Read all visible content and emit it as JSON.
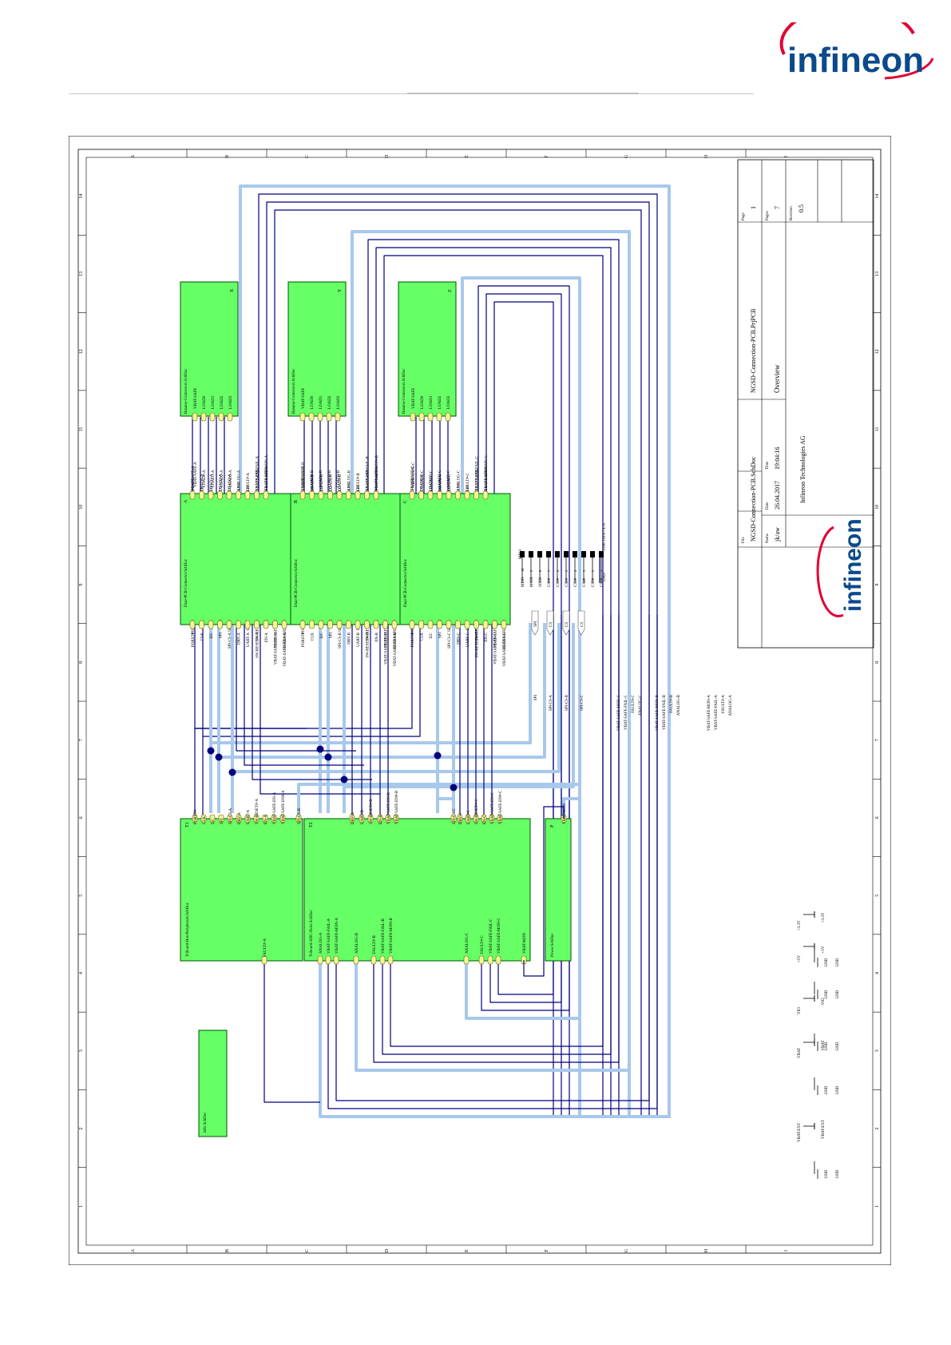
{
  "header": {
    "logo_text": "infineon"
  },
  "border": {
    "cols": [
      "A",
      "B",
      "C",
      "D",
      "E",
      "F",
      "G",
      "H",
      "I"
    ],
    "rows": [
      "14",
      "13",
      "12",
      "11",
      "10",
      "9",
      "8",
      "7",
      "6",
      "5",
      "4",
      "3",
      "2",
      "1"
    ]
  },
  "title_block": {
    "page_label": "Page",
    "page": "1",
    "pages_label": "Pages",
    "pages": "7",
    "revision_label": "Revision",
    "revision": "0.5",
    "project": "NGSD-Connection-PCB.PrjPCB",
    "title": "Overview",
    "file_label": "File",
    "file": "NGSD-Connection-PCB.SchDoc",
    "date_label": "Date",
    "date": "26.04.2017",
    "time_label": "Time",
    "time": "19:04:16",
    "name_label": "Name",
    "name": "jk/aw",
    "company": "Infineon Technologies AG",
    "logo_text": "infineon"
  },
  "banana": [
    {
      "file": "Banana-Connectors.SchDoc",
      "id": "X",
      "ports": [
        "VBAT-SAFE",
        "LOAD0",
        "LOAD1",
        "LOAD2",
        "LOAD3"
      ],
      "nets": [
        "VBAT-SAFE-A",
        "LOAD0-A",
        "LOAD1-A",
        "LOAD2-A",
        "LOAD3-A"
      ]
    },
    {
      "file": "Banana-Connectors.SchDoc",
      "id": "Y",
      "ports": [
        "VBAT-SAFE",
        "LOAD0",
        "LOAD1",
        "LOAD2",
        "LOAD3"
      ],
      "nets": [
        "VBAT-SAFE-B",
        "LOAD0-B",
        "LOAD1-B",
        "LOAD2-B",
        "LOAD3-B"
      ]
    },
    {
      "file": "Banana-Connectors.SchDoc",
      "id": "Z",
      "ports": [
        "VBAT-SAFE",
        "LOAD0",
        "LOAD1",
        "LOAD2",
        "LOAD3"
      ],
      "nets": [
        "VBAT-SAFE-C",
        "LOAD0-C",
        "LOAD1-C",
        "LOAD2-C",
        "LOAD3-C"
      ]
    }
  ],
  "dual": [
    {
      "file": "Dual-PCB-Connector.SchDoc",
      "id": "A",
      "top_ports": [
        "VBAT-SAFE",
        "LOAD0",
        "LOAD1",
        "LOAD2",
        "LOAD3",
        "ANALOG",
        "FAULT#",
        "VBAT-SAFE-FAIL",
        "VBAT-SAFE-MON"
      ],
      "top_nets": [
        "VBAT-SAFE-A",
        "LOAD0-A",
        "LOAD1-A",
        "LOAD2-A",
        "LOAD3-A",
        "ANALOG-A",
        "FAULT#-A",
        "VBAT-SAFE-FAIL-A",
        "VBAT-SAFE-MON-A"
      ],
      "bot_ports": [
        "PORST#",
        "CLK",
        "I2C",
        "SPI",
        "SPI-CS",
        "DRV",
        "UART",
        "SW-RESET#",
        "EN",
        "VBAT-SAFE-EN",
        "VBAT-SAFE-EN#"
      ],
      "bot_nets": [
        "PORST#",
        "CLK",
        "I2C",
        "SPI",
        "SPI-CS-A",
        "DRV-A",
        "UART-A",
        "SW-RESET#-A",
        "EN-A",
        "VBAT-SAFE-EN-A",
        "VBAT-SAFE-EN#-A"
      ]
    },
    {
      "file": "Dual-PCB-Connector.SchDoc",
      "id": "B",
      "top_ports": [
        "VBAT-SAFE",
        "LOAD0",
        "LOAD1",
        "LOAD2",
        "LOAD3",
        "ANALOG",
        "FAULT#",
        "VBAT-SAFE-FAIL",
        "VBAT-SAFE-MON"
      ],
      "top_nets": [
        "VBAT-SAFE-B",
        "LOAD0-B",
        "LOAD1-B",
        "LOAD2-B",
        "LOAD3-B",
        "ANALOG-B",
        "FAULT#-B",
        "VBAT-SAFE-FAIL-B",
        "VBAT-SAFE-MON-B"
      ],
      "bot_ports": [
        "PORST#",
        "CLK",
        "I2C",
        "SPI",
        "SPI-CS",
        "DRV",
        "UART",
        "SW-RESET#",
        "EN",
        "VBAT-SAFE-EN",
        "VBAT-SAFE-EN#"
      ],
      "bot_nets": [
        "PORST#",
        "CLK",
        "I2C",
        "SPI",
        "SPI-CS-B",
        "DRV-B",
        "UART-B",
        "SW-RESET#-B",
        "EN-B",
        "VBAT-SAFE-EN-B",
        "VBAT-SAFE-EN#-B"
      ]
    },
    {
      "file": "Dual-PCB-Connector.SchDoc",
      "id": "C",
      "top_ports": [
        "VBAT-SAFE",
        "LOAD0",
        "LOAD1",
        "LOAD2",
        "LOAD3",
        "ANALOG",
        "FAULT#",
        "VBAT-SAFE-FAIL",
        "VBAT-SAFE-MON"
      ],
      "top_nets": [
        "VBAT-SAFE-C",
        "LOAD0-C",
        "LOAD1-C",
        "LOAD2-C",
        "LOAD3-C",
        "ANALOG-C",
        "FAULT#-C",
        "VBAT-SAFE-FAIL-C",
        "VBAT-SAFE-MON-C"
      ],
      "bot_ports": [
        "PORST#",
        "CLK",
        "I2C",
        "SPI",
        "SPI-CS",
        "DRV",
        "UART",
        "SW-RESET#",
        "EN",
        "VBAT-SAFE-EN",
        "VBAT-SAFE-EN#"
      ],
      "bot_nets": [
        "PORST#",
        "CLK",
        "I2C",
        "SPI",
        "SPI-CS-C",
        "DRV-C",
        "UART-C",
        "SW-RESET#-C",
        "EN-C",
        "VBAT-SAFE-EN-C",
        "VBAT-SAFE-EN#-C"
      ]
    }
  ],
  "spi_connector": {
    "pins": [
      "MISO",
      "MOSI",
      "SCLK",
      "CS0#",
      "CS1#",
      "CS2#",
      "CS3#",
      "CS4#",
      "CS5#",
      "CS1#"
    ],
    "nums": [
      "10",
      "9",
      "8",
      "7",
      "6",
      "5",
      "4",
      "3",
      "2",
      "1"
    ],
    "ref": "MP13",
    "part": "TSW-110-07-L-S",
    "gnd": "GND",
    "ports": [
      "SPI",
      "CS",
      "CS",
      "CS"
    ],
    "nets": [
      "SPI",
      "SPI-CS-A",
      "SPI-CS-B",
      "SPI-CS-C"
    ]
  },
  "mon_nets": [
    "VBAT-SAFE-MON-C",
    "VBAT-SAFE-FAIL-C",
    "FAULT#-C",
    "ANALOG-C",
    "VBAT-SAFE-MON-B",
    "VBAT-SAFE-FAIL-B",
    "FAULT#-B",
    "ANALOG-B",
    "VBAT-SAFE-MON-A",
    "VBAT-SAFE-FAIL-A",
    "FAULT#-A",
    "ANALOG-A"
  ],
  "t1": {
    "file": "Triboard-Bus-Peripherals.SchDoc",
    "id": "T1",
    "ports": [
      "PORST#",
      "CLK",
      "I2C",
      "SPI",
      "SPI-CS-A",
      "DRV-A",
      "UART-A",
      "SW-RESET#-A",
      "EN-A",
      "VBAT-SAFE-EN-A",
      "VBAT-SAFE-EN#-A"
    ],
    "extra": "SPI-CS-B",
    "fault": "FAULT#-A"
  },
  "t2": {
    "file": "Triboard-ADC-Ports.SchDoc",
    "id": "T2",
    "left": [
      "ANALOG-A",
      "VBAT-SAFE-FAIL-A",
      "VBAT-SAFE-MON-A",
      "ANALOG-B",
      "FAULT#-B",
      "VBAT-SAFE-FAIL-B",
      "VBAT-SAFE-MON-B",
      "ANALOG-C",
      "FAULT#-C",
      "VBAT-SAFE-FAIL-C",
      "VBAT-SAFE-MON-C",
      "VBAT-MON"
    ],
    "right": [
      "DRV-B",
      "UART-B",
      "SW-RESET#-B",
      "EN-B",
      "VBAT-SAFE-EN-B",
      "VBAT-SAFE-EN#-B",
      "SPI-CS-C",
      "DRV-C",
      "UART-C",
      "SW-RESET#-C",
      "EN-C",
      "VBAT-SAFE-EN-C",
      "VBAT-SAFE-EN#-C"
    ]
  },
  "power": {
    "file": "Power.SchDoc",
    "id": "P",
    "port": "VBAT-MON"
  },
  "info": {
    "file": "Info.SchDoc"
  },
  "supplies": [
    {
      "top": "+3.3V",
      "side": "+3.3V",
      "gnd": "GND"
    },
    {
      "top": "+5V",
      "side": "+5V",
      "gnd": "GND"
    },
    {
      "top": "VIO",
      "side": "VIO",
      "gnd": "GND"
    },
    {
      "top": "VBAT",
      "side": "VBAT",
      "gnd": "GND"
    },
    {
      "top": "VBAT-EXT",
      "side": "VBAT-EXT",
      "gnd": "GND"
    }
  ],
  "colors": {
    "block_fill": "#66ff66",
    "wire": "#00007f",
    "bus": "#a8c8ec",
    "port_fill": "#f4f49a",
    "junction": "#00007f"
  }
}
